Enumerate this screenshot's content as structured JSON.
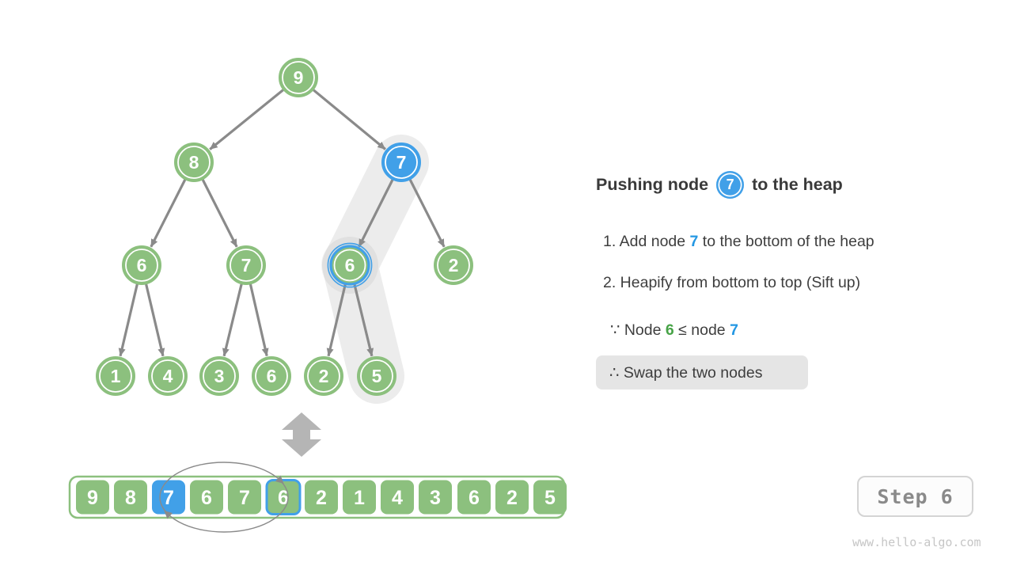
{
  "colors": {
    "node_green": "#8CC07E",
    "node_blue": "#41A0E8",
    "edge_gray": "#8A8A8A",
    "highlight_band": "#EBEBEB",
    "text_dark": "#3A3A3A",
    "green_text": "#47A347",
    "blue_text": "#2397E3"
  },
  "tree": {
    "nodes": [
      {
        "value": "9",
        "state": "normal"
      },
      {
        "value": "8",
        "state": "normal"
      },
      {
        "value": "7",
        "state": "pushed"
      },
      {
        "value": "6",
        "state": "normal"
      },
      {
        "value": "7",
        "state": "normal"
      },
      {
        "value": "6",
        "state": "compared"
      },
      {
        "value": "2",
        "state": "normal"
      },
      {
        "value": "1",
        "state": "normal"
      },
      {
        "value": "4",
        "state": "normal"
      },
      {
        "value": "3",
        "state": "normal"
      },
      {
        "value": "6",
        "state": "normal"
      },
      {
        "value": "2",
        "state": "normal"
      },
      {
        "value": "5",
        "state": "normal"
      }
    ]
  },
  "array": {
    "cells": [
      {
        "value": "9",
        "state": "normal"
      },
      {
        "value": "8",
        "state": "normal"
      },
      {
        "value": "7",
        "state": "pushed"
      },
      {
        "value": "6",
        "state": "normal"
      },
      {
        "value": "7",
        "state": "normal"
      },
      {
        "value": "6",
        "state": "compared"
      },
      {
        "value": "2",
        "state": "normal"
      },
      {
        "value": "1",
        "state": "normal"
      },
      {
        "value": "4",
        "state": "normal"
      },
      {
        "value": "3",
        "state": "normal"
      },
      {
        "value": "6",
        "state": "normal"
      },
      {
        "value": "2",
        "state": "normal"
      },
      {
        "value": "5",
        "state": "normal"
      }
    ],
    "swap_indices": [
      2,
      5
    ]
  },
  "panel": {
    "title": {
      "prefix": "Pushing node",
      "node_value": "7",
      "suffix": "to the heap"
    },
    "steps": [
      {
        "prefix": "1. Add node ",
        "highlight": "7",
        "suffix": " to the bottom of the heap"
      },
      {
        "prefix": "2. Heapify from bottom to top (Sift up)",
        "highlight": "",
        "suffix": ""
      }
    ],
    "because": {
      "prefix": "∵ Node ",
      "green": "6",
      "mid": " ≤ node ",
      "blue": "7"
    },
    "therefore": {
      "text": "∴ Swap the two nodes"
    }
  },
  "step_badge": {
    "label": "Step 6"
  },
  "watermark": {
    "text": "www.hello-algo.com"
  }
}
